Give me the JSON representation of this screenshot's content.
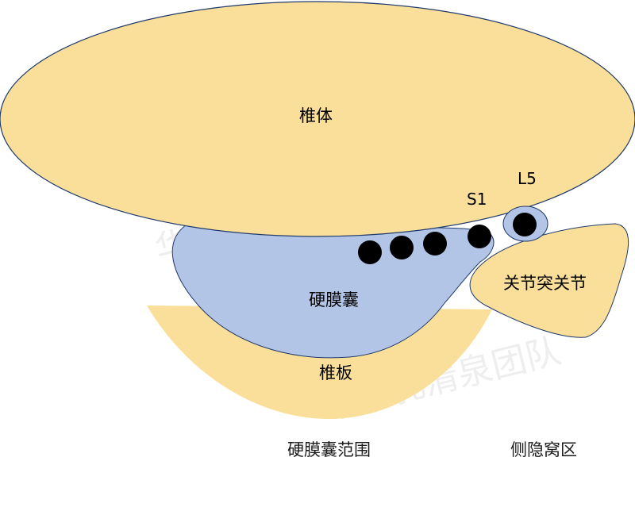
{
  "labels": {
    "vertebral_body": "椎体",
    "dural_sac": "硬膜囊",
    "lamina": "椎板",
    "facet_joint": "关节突关节",
    "s1": "S1",
    "l5": "L5"
  },
  "footer": {
    "dural_range": "硬膜囊范围",
    "lateral_recess": "侧隐窝区"
  },
  "watermark": "华西乳清泉团队",
  "colors": {
    "bone": "#FADF9A",
    "dural_sac": "#B3C5E6",
    "nerve_root": "#000000",
    "outline": "#1F3A6A"
  }
}
